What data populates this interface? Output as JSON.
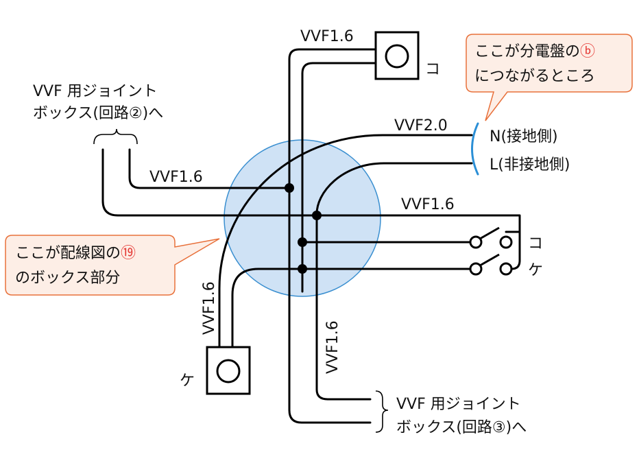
{
  "labels": {
    "vvf16_top": "VVF1.6",
    "vvf16_left": "VVF1.6",
    "vvf16_right": "VVF1.6",
    "vvf16_vert_left": "VVF1.6",
    "vvf16_vert_mid": "VVF1.6",
    "vvf20": "VVF2.0",
    "n_side": "N(接地側)",
    "l_side": "L(非接地側)",
    "lamp_ko": "コ",
    "lamp_ke": "ケ",
    "switch_ko": "コ",
    "switch_ke": "ケ",
    "jbox2_line1": "VVF 用ジョイント",
    "jbox2_line2": "ボックス(回路②)へ",
    "jbox3_line1": "VVF 用ジョイント",
    "jbox3_line2": "ボックス(回路③)へ"
  },
  "callouts": {
    "panel_line1": "ここが分電盤の",
    "panel_mark": "ⓑ",
    "panel_line2": "につながるところ",
    "box_line1": "ここが配線図の",
    "box_mark": "⑲",
    "box_line2": "のボックス部分"
  },
  "colors": {
    "callout_fill": "#fdeee6",
    "callout_stroke": "#e8703a",
    "circle_fill": "#cfe2f5",
    "circle_stroke": "#3a8fd0",
    "mark_red": "#e53935"
  }
}
